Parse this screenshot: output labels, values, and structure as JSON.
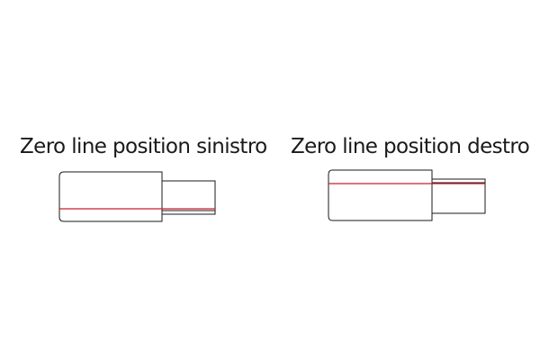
{
  "panels": [
    {
      "id": "sinistro",
      "caption": "Zero line position sinistro",
      "zero_line_side": "left",
      "colors": {
        "outline": "#1a1a1a",
        "zero_line": "#cc1f2a"
      }
    },
    {
      "id": "destro",
      "caption": "Zero line position destro",
      "zero_line_side": "right",
      "colors": {
        "outline": "#1a1a1a",
        "zero_line": "#cc1f2a"
      }
    }
  ]
}
